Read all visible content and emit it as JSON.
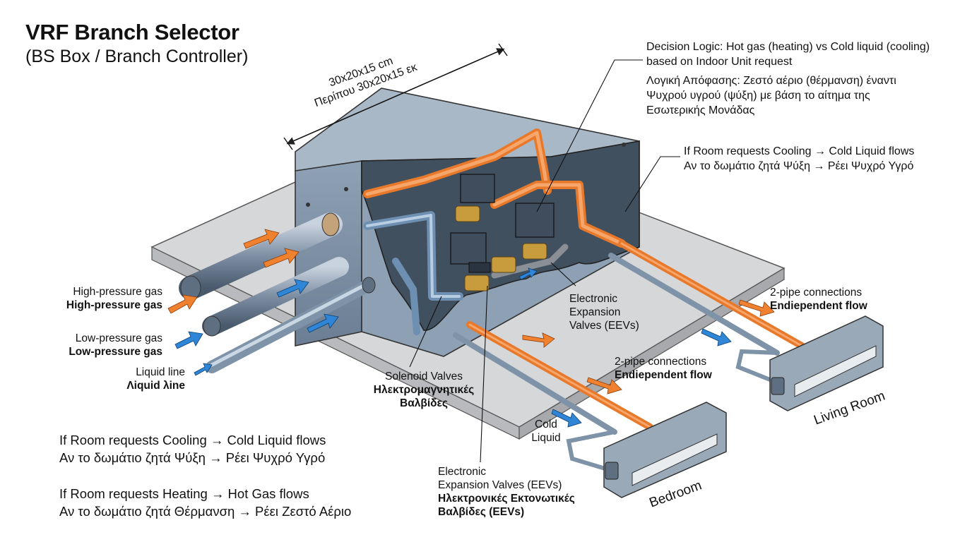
{
  "title": "VRF Branch Selector",
  "subtitle": "(BS Box / Branch Controller)",
  "dimension": {
    "en": "30x20x15 cm",
    "el": "Περίπου 30x20x15 εκ"
  },
  "decision_logic": {
    "en_line1": "Decision Logic: Hot gas (heating) vs Cold liquid (cooling)",
    "en_line2": "based on Indoor Unit request",
    "el_line1": "Λογική Απόφασης: Ζεστό αέριο (θέρμανση) έναντι",
    "el_line2": "Ψυχρού υγρού (ψύξη) με βάση το αίτημα της",
    "el_line3": "Εσωτερικής Μονάδας"
  },
  "cooling_callout": {
    "en": "If Room requests Cooling → Cold Liquid flows",
    "el": "Αν το δωμάτιο ζητά Ψύξη → Ρέει Ψυχρό Υγρό"
  },
  "pipes": {
    "high_en": "High-pressure gas",
    "high_el": "High-pressure gas",
    "low_en": "Low-pressure gas",
    "low_el": "Low-pressure gas",
    "liquid_en": "Liquid line",
    "liquid_el": "Λiquid λine"
  },
  "solenoid": {
    "en": "Solenoid Valves",
    "el1": "Ηλεκτρομαγνητικές",
    "el2": "Βαλβίδες"
  },
  "eev_top": {
    "l1": "Electronic",
    "l2": "Expansion",
    "l3": "Valves (EEVs)"
  },
  "eev_bottom": {
    "l1": "Electronic",
    "l2": "Expansion Valves (EEVs)",
    "l3": "Ηλεκτρονικές Εκτονωτικές",
    "l4": "Βαλβίδες (EEVs)"
  },
  "two_pipe_a": {
    "l1": "2-pipe connections",
    "l2": "Endiependent flow"
  },
  "two_pipe_b": {
    "l1": "2-pipe connections",
    "l2": "Endiependent flow"
  },
  "cold_liquid": {
    "l1": "Cold",
    "l2": "Liquid"
  },
  "rooms": {
    "living": "Living Room",
    "bedroom": "Bedroom"
  },
  "notes": {
    "cool_en": "If Room requests Cooling → Cold Liquid flows",
    "cool_el": "Αν το δωμάτιο ζητά Ψύξη → Ρέει Ψυχρό Υγρό",
    "heat_en": "If Room requests Heating → Hot Gas flows",
    "heat_el": "Αν το δωμάτιο ζητά Θέρμανση → Ρέει Ζεστό Αέριο"
  },
  "colors": {
    "hot": "#f0822f",
    "cold": "#2f86d6",
    "box": "#7f93a8",
    "slab": "#d6d7d9"
  }
}
